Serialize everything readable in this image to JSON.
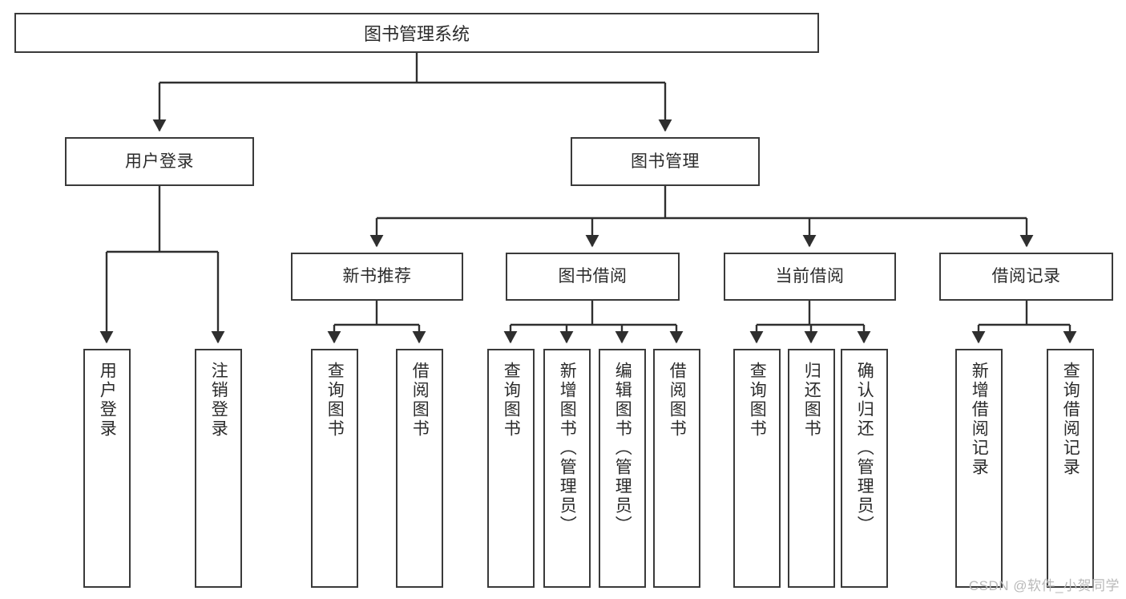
{
  "diagram": {
    "title": "图书管理系统",
    "style": {
      "node_border": "#3a3a3a",
      "node_fill": "#ffffff",
      "edge_color": "#2f2f2f",
      "text_color": "#2b2b2b",
      "background": "#ffffff",
      "watermark_color": "#b9b9b9"
    },
    "root": {
      "label": "图书管理系统"
    },
    "level2": [
      {
        "label": "用户登录"
      },
      {
        "label": "图书管理"
      }
    ],
    "level3": [
      {
        "label": "新书推荐"
      },
      {
        "label": "图书借阅"
      },
      {
        "label": "当前借阅"
      },
      {
        "label": "借阅记录"
      }
    ],
    "leaves": {
      "user_login": [
        {
          "label": "用户登录"
        },
        {
          "label": "注销登录"
        }
      ],
      "new_book": [
        {
          "label": "查询图书"
        },
        {
          "label": "借阅图书"
        }
      ],
      "book_borrow": [
        {
          "label": "查询图书"
        },
        {
          "label": "新增图书（管理员）"
        },
        {
          "label": "编辑图书（管理员）"
        },
        {
          "label": "借阅图书"
        }
      ],
      "current_borrow": [
        {
          "label": "查询图书"
        },
        {
          "label": "归还图书"
        },
        {
          "label": "确认归还（管理员）"
        }
      ],
      "borrow_record": [
        {
          "label": "新增借阅记录"
        },
        {
          "label": "查询借阅记录"
        }
      ]
    },
    "watermark": "CSDN @软件_小贺同学"
  }
}
